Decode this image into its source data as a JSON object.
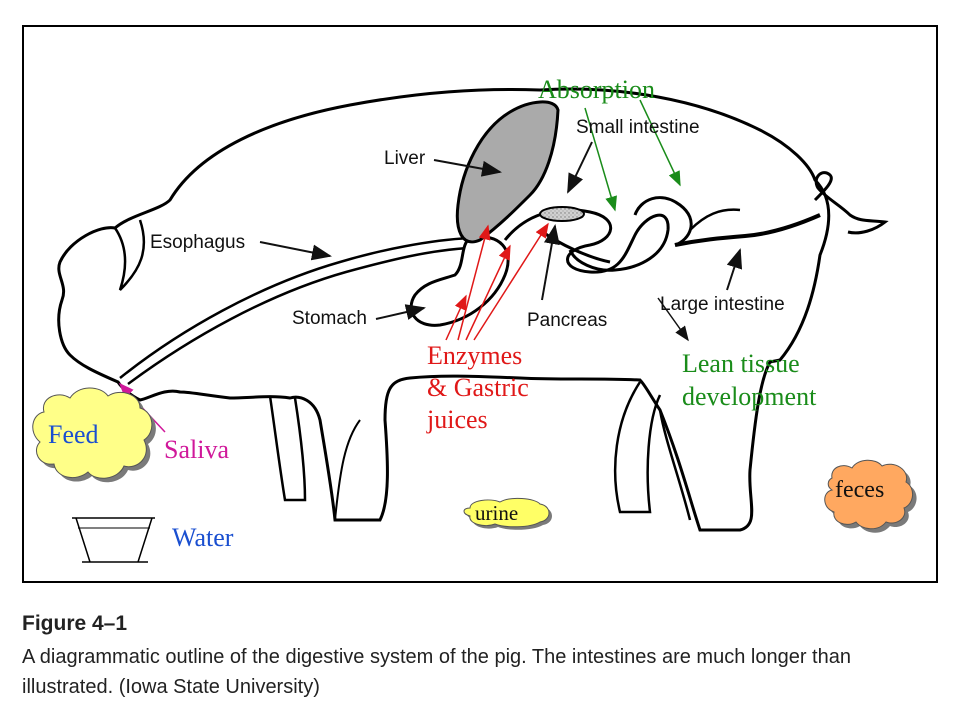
{
  "labels": {
    "liver": "Liver",
    "small_intestine": "Small intestine",
    "esophagus": "Esophagus",
    "stomach": "Stomach",
    "pancreas": "Pancreas",
    "large_intestine": "Large intestine"
  },
  "annotations": {
    "absorption": "Absorption",
    "enzymes_line1": "Enzymes",
    "enzymes_line2": "& Gastric",
    "enzymes_line3": "juices",
    "lean_line1": "Lean tissue",
    "lean_line2": "development",
    "feed": "Feed",
    "saliva": "Saliva",
    "water": "Water",
    "urine": "urine",
    "feces": "feces"
  },
  "caption": {
    "figure": "Figure 4–1",
    "text": "A diagrammatic outline of the digestive system of the pig. The intestines are much longer than illustrated. (Iowa State University)"
  },
  "colors": {
    "absorption": "#1a8c1a",
    "enzymes": "#e01818",
    "lean": "#1a8c1a",
    "feed_text": "#1a4fd0",
    "saliva": "#d0189a",
    "water": "#1a4fd0",
    "feed_cloud": "#ffff88",
    "feces_cloud": "#ffa860",
    "urine_cloud": "#ffff66"
  }
}
